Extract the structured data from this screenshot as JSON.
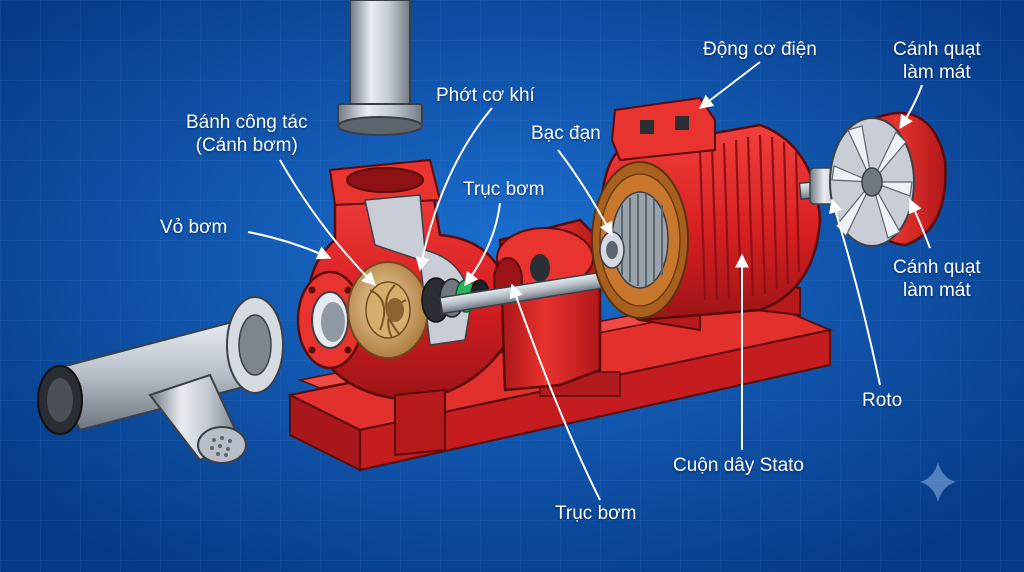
{
  "labels": {
    "volute": "Vỏ bơm",
    "impeller_1": "Bánh công tác",
    "impeller_2": "(Cánh bơm)",
    "mech_seal": "Phớt cơ khí",
    "bearing": "Bạc đạn",
    "shaft_upper": "Trục bơm",
    "shaft_lower": "Trục bơm",
    "motor": "Động cơ điện",
    "fan_top_1": "Cánh quạt",
    "fan_top_2": "làm mát",
    "fan_bottom_1": "Cánh quạt",
    "fan_bottom_2": "làm mát",
    "rotor": "Roto",
    "stator": "Cuộn dây Stato"
  },
  "colors": {
    "background": "#0a4fa8",
    "grid": "#3d7fd0",
    "pump_red": "#d81f22",
    "pump_red_dark": "#9c1416",
    "steel": "#c9ced6",
    "steel_dark": "#7d858f",
    "brass": "#c89a5a",
    "copper": "#b8622c",
    "seal_green": "#2fb25a"
  },
  "icons": {
    "watermark": "sparkle-icon"
  }
}
